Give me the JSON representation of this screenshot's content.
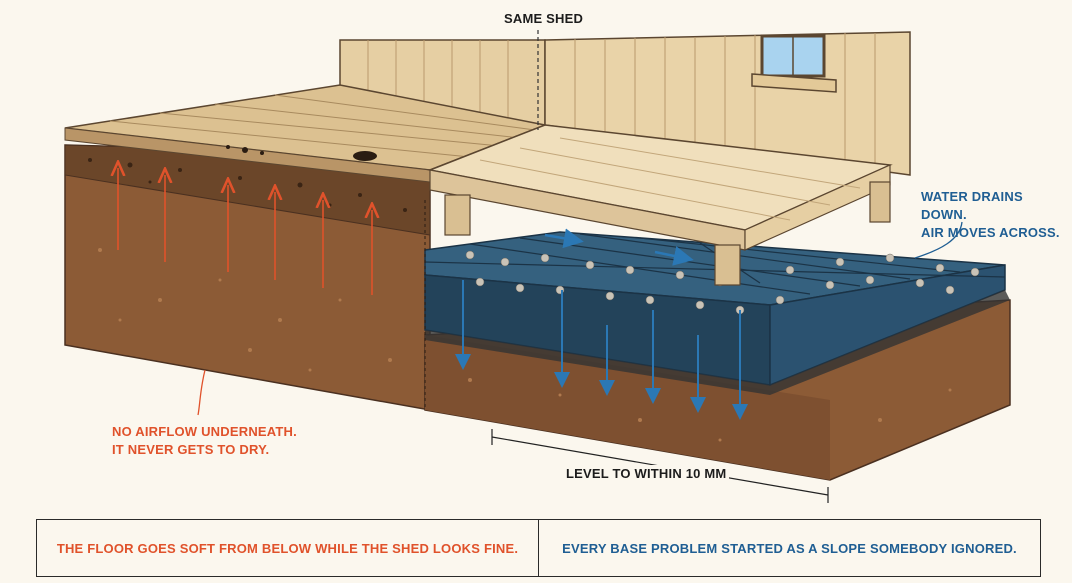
{
  "labels": {
    "same_shed": "SAME SHED",
    "water_line1": "WATER DRAINS DOWN.",
    "water_line2": "AIR MOVES ACROSS.",
    "airflow_line1": "NO AIRFLOW UNDERNEATH.",
    "airflow_line2": "IT NEVER GETS TO DRY.",
    "level": "LEVEL TO WITHIN 10 MM"
  },
  "footer": {
    "left": "THE FLOOR GOES SOFT FROM BELOW WHILE THE SHED LOOKS FINE.",
    "right": "EVERY BASE PROBLEM STARTED AS A SLOPE SOMEBODY IGNORED."
  },
  "colors": {
    "accent_orange": "#e0522b",
    "accent_blue": "#1f5e93",
    "soil": "#8a5a35",
    "wood": "#e8d3ab",
    "grid": "#24465f"
  }
}
